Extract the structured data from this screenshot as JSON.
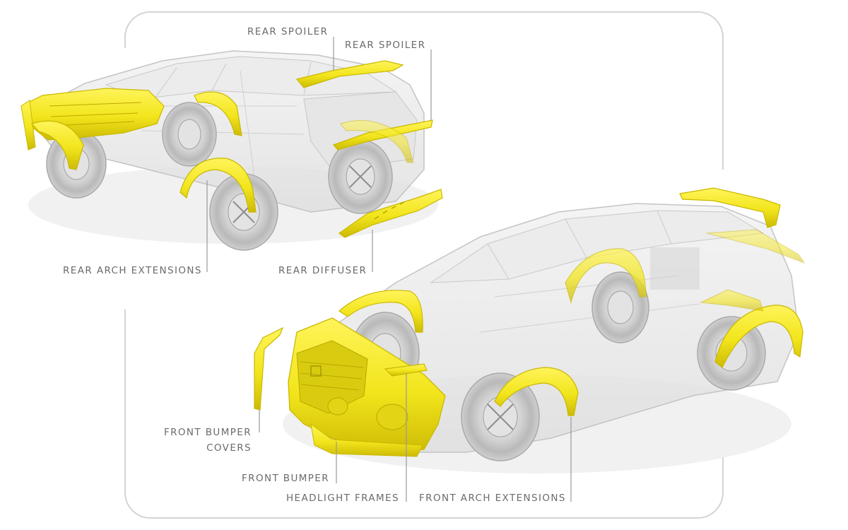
{
  "labels": {
    "rear_spoiler_1": "REAR SPOILER",
    "rear_spoiler_2": "REAR SPOILER",
    "rear_arch_extensions": "REAR ARCH EXTENSIONS",
    "rear_diffuser": "REAR DIFFUSER",
    "front_bumper_covers_line1": "FRONT BUMPER",
    "front_bumper_covers_line2": "COVERS",
    "front_bumper": "FRONT BUMPER",
    "headlight_frames": "HEADLIGHT FRAMES",
    "front_arch_extensions": "FRONT ARCH EXTENSIONS"
  },
  "colors": {
    "part_highlight": "#f2e51c",
    "part_outline": "#c9b800",
    "car_body": "#d8d8d8",
    "frame": "#d4d4d4",
    "leader_line": "#9a9a9a",
    "label_text": "#6b6b6b"
  }
}
